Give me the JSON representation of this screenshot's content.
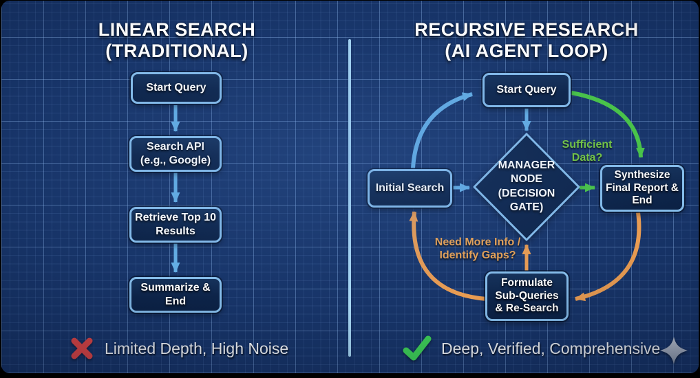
{
  "colors": {
    "background": "#173468",
    "node_fill": "#0d2449",
    "node_border": "#85bce9",
    "divider": "#a5d5f2",
    "blue_arrow": "#64aee4",
    "green_arrow": "#49c545",
    "orange_arrow": "#e99c52",
    "green_label": "#74c63e",
    "orange_label": "#e8a254",
    "red_x": "#de4545",
    "green_check": "#3ed157",
    "sparkle": "#a7b1c2"
  },
  "left_panel": {
    "title_lines": [
      "LINEAR SEARCH",
      "(TRADITIONAL)"
    ],
    "nodes": {
      "start_lines": [
        "Start Query"
      ],
      "api_lines": [
        "Search API",
        "(e.g., Google)"
      ],
      "retrieve_lines": [
        "Retrieve Top 10",
        "Results"
      ],
      "summarize_lines": [
        "Summarize &",
        "End"
      ]
    },
    "verdict": "Limited Depth, High Noise"
  },
  "right_panel": {
    "title_lines": [
      "RECURSIVE RESEARCH",
      "(AI AGENT LOOP)"
    ],
    "nodes": {
      "start": "Start Query",
      "initial": "Initial Search",
      "manager_lines": [
        "MANAGER",
        "NODE",
        "(DECISION",
        "GATE)"
      ],
      "synthesize_lines": [
        "Synthesize",
        "Final Report &",
        "End"
      ],
      "formulate_lines": [
        "Formulate",
        "Sub-Queries",
        "& Re-Search"
      ]
    },
    "decision_labels": {
      "sufficient_lines": [
        "Sufficient",
        "Data?"
      ],
      "need_more_lines": [
        "Need More Info /",
        "Identify Gaps?"
      ]
    },
    "verdict": "Deep, Verified, Comprehensive"
  }
}
